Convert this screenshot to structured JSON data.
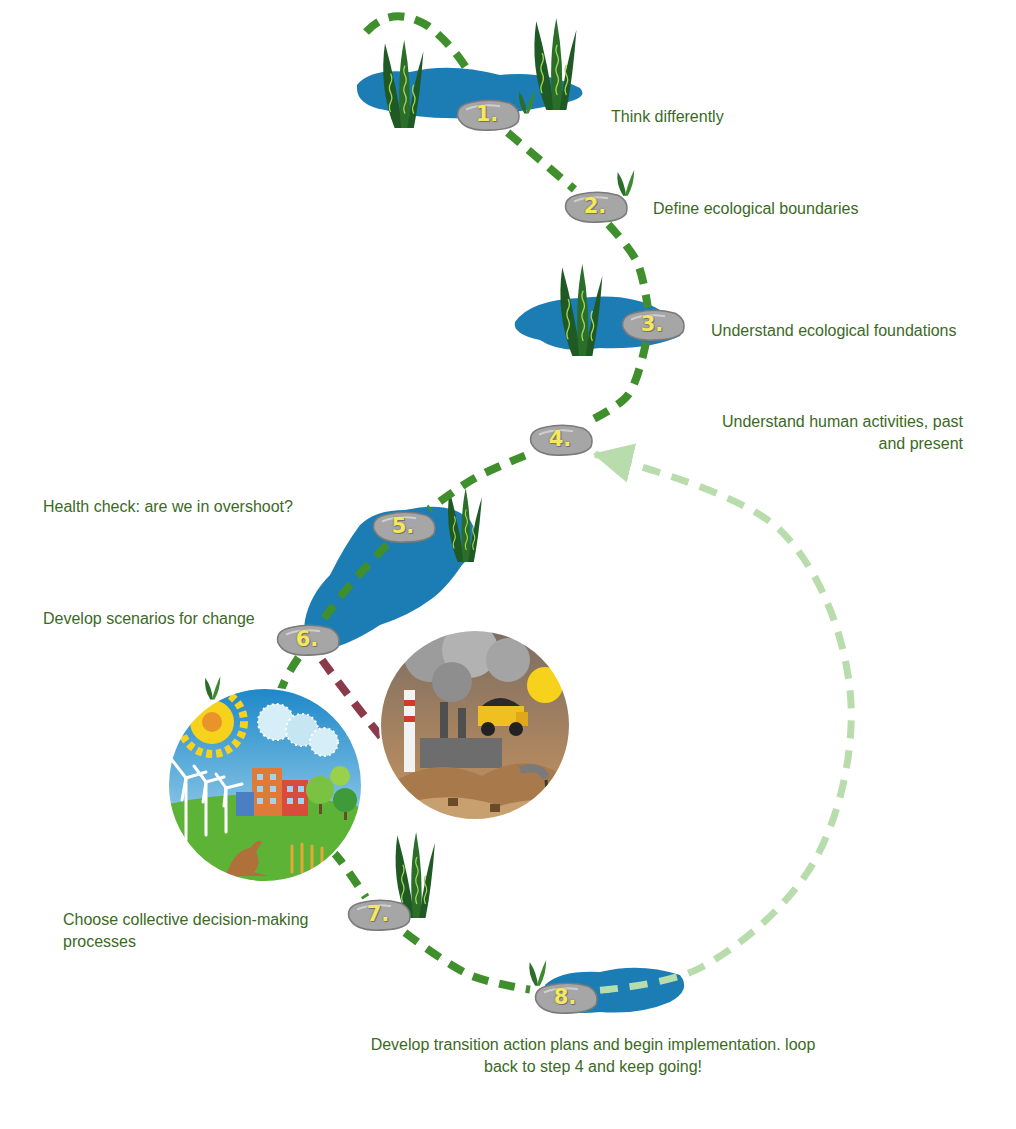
{
  "diagram": {
    "nodes": [
      {
        "text": [
          "1.",
          "Think differently"
        ]
      },
      {
        "text": [
          "2.",
          "Define ecological boundaries"
        ]
      },
      {
        "text": [
          "3.",
          "Understand ecological foundations"
        ]
      },
      {
        "text": [
          "4.",
          "Understand human activities, past and present"
        ]
      },
      {
        "text": [
          "5.",
          "Health check: are we in overshoot?"
        ]
      },
      {
        "text": [
          "6.",
          "Develop scenarios for change"
        ]
      },
      {
        "text": [
          "7.",
          "Choose collective decision-making processes"
        ]
      },
      {
        "text": [
          "8.",
          "Develop transition action plans and begin implementation. loop back to step 4 and keep going!"
        ]
      }
    ],
    "edges": [
      {
        "from": 0,
        "to": 1,
        "arrow": "none"
      },
      {
        "from": 1,
        "to": 2,
        "arrow": "none"
      },
      {
        "from": 2,
        "to": 3,
        "arrow": "none"
      },
      {
        "from": 3,
        "to": 4,
        "arrow": "none"
      },
      {
        "from": 4,
        "to": 5,
        "arrow": "none"
      },
      {
        "from": 5,
        "to": 6,
        "arrow": "none"
      },
      {
        "from": 6,
        "to": 7,
        "arrow": "none"
      },
      {
        "from": 7,
        "to": 3,
        "arrow": "to"
      }
    ]
  }
}
